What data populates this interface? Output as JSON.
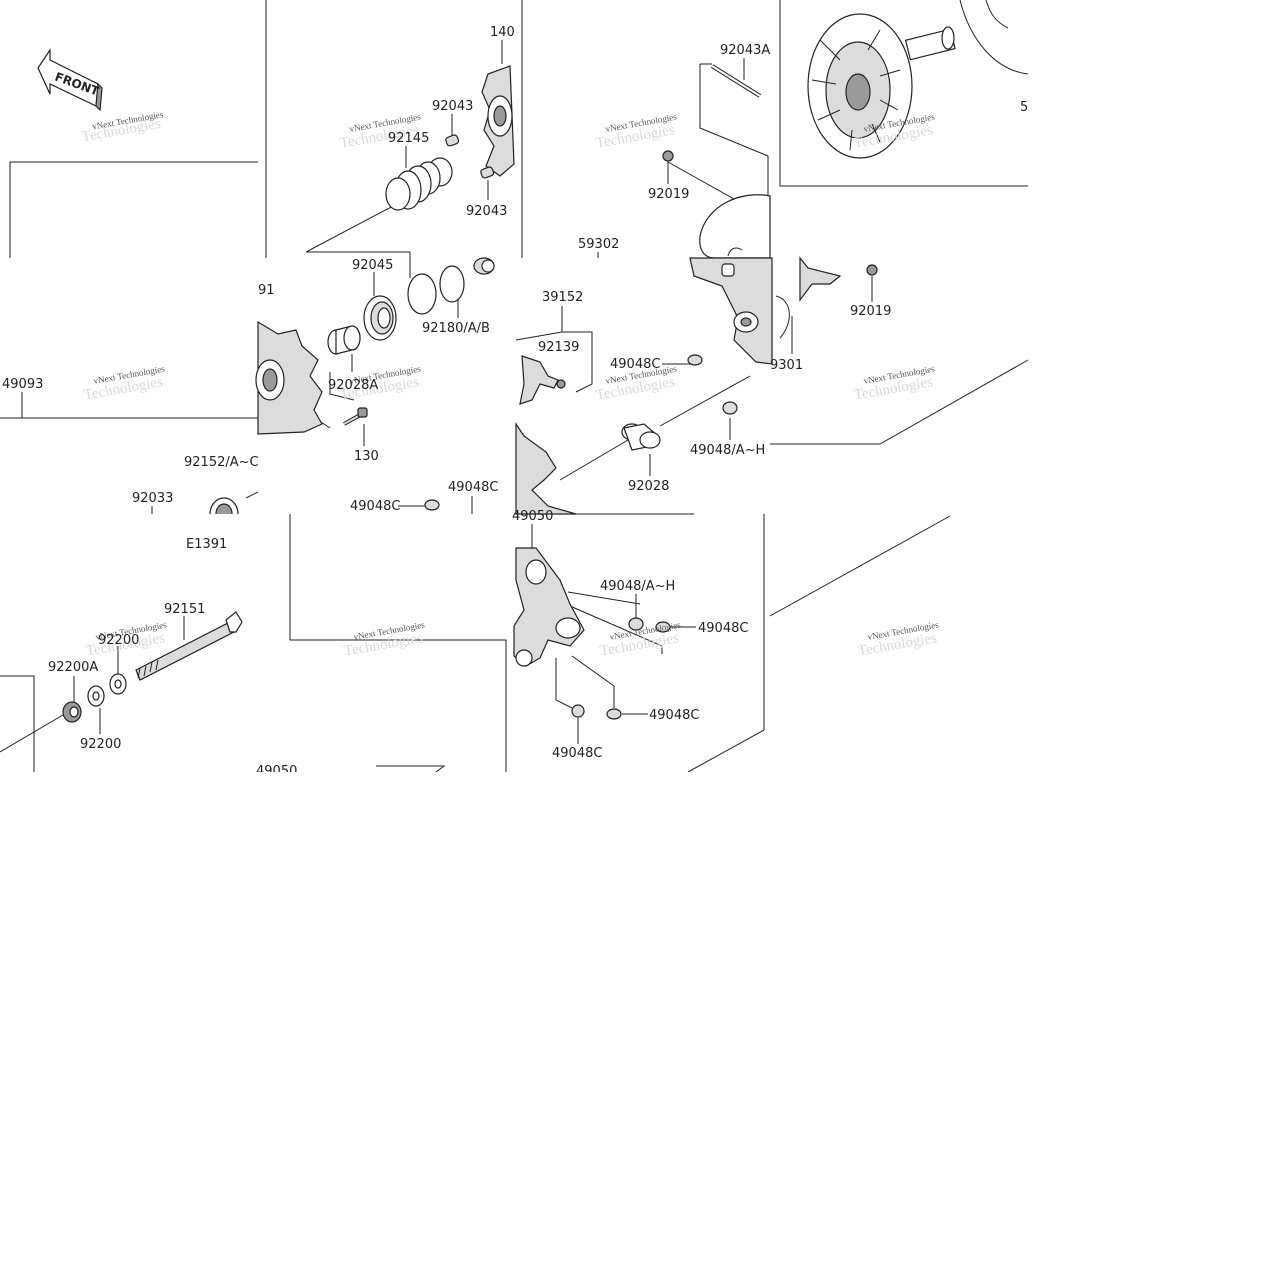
{
  "front_label": "FRONT",
  "figure_code": "E1391",
  "watermark": {
    "line1": "vNext Technologies",
    "line2": "Technologies"
  },
  "labels": {
    "p140": "140",
    "p92043_top": "92043",
    "p92145": "92145",
    "p92043_bot": "92043",
    "p92043A": "92043A",
    "p92019_a": "92019",
    "p5_partial": "5",
    "p59302": "59302",
    "p92019_b": "92019",
    "p92045": "92045",
    "p91_partial": "91",
    "p92180": "92180/A/B",
    "p39152": "39152",
    "p92139": "92139",
    "p49048C_a": "49048C",
    "p9301_partial": "9301",
    "p49093": "49093",
    "p92028A": "92028A",
    "p130": "130",
    "p49048AH_a": "49048/A~H",
    "p92152": "92152/A~C",
    "p92033": "92033",
    "p92028": "92028",
    "p49048C_b": "49048C",
    "p49048C_c": "49048C",
    "p49050_partial": "49050",
    "p92151": "92151",
    "p92200_a": "92200",
    "p92200A": "92200A",
    "p92200_b": "92200",
    "p49048AH_b": "49048/A~H",
    "p49048C_d": "49048C",
    "p49048C_e": "49048C",
    "p49048C_f": "49048C",
    "p49050_bottom": "49050"
  }
}
